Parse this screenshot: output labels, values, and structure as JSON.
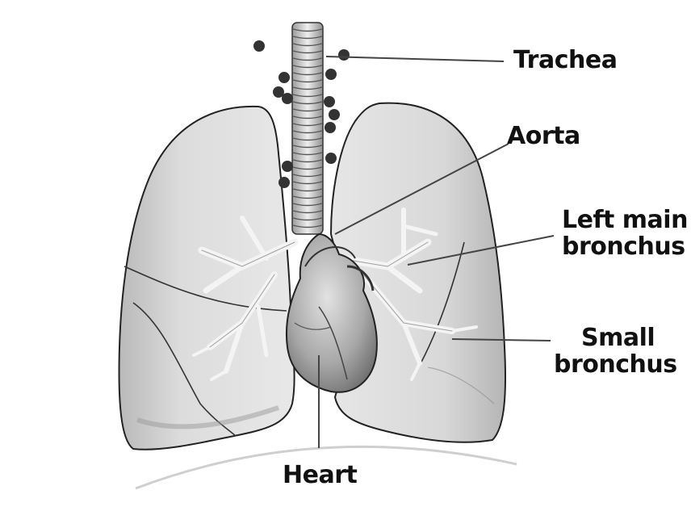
{
  "labels": {
    "trachea": "Trachea",
    "aorta": "Aorta",
    "left_main_bronchus": [
      "Left main",
      "bronchus"
    ],
    "small_bronchus": [
      "Small",
      "bronchus"
    ],
    "heart": "Heart"
  }
}
